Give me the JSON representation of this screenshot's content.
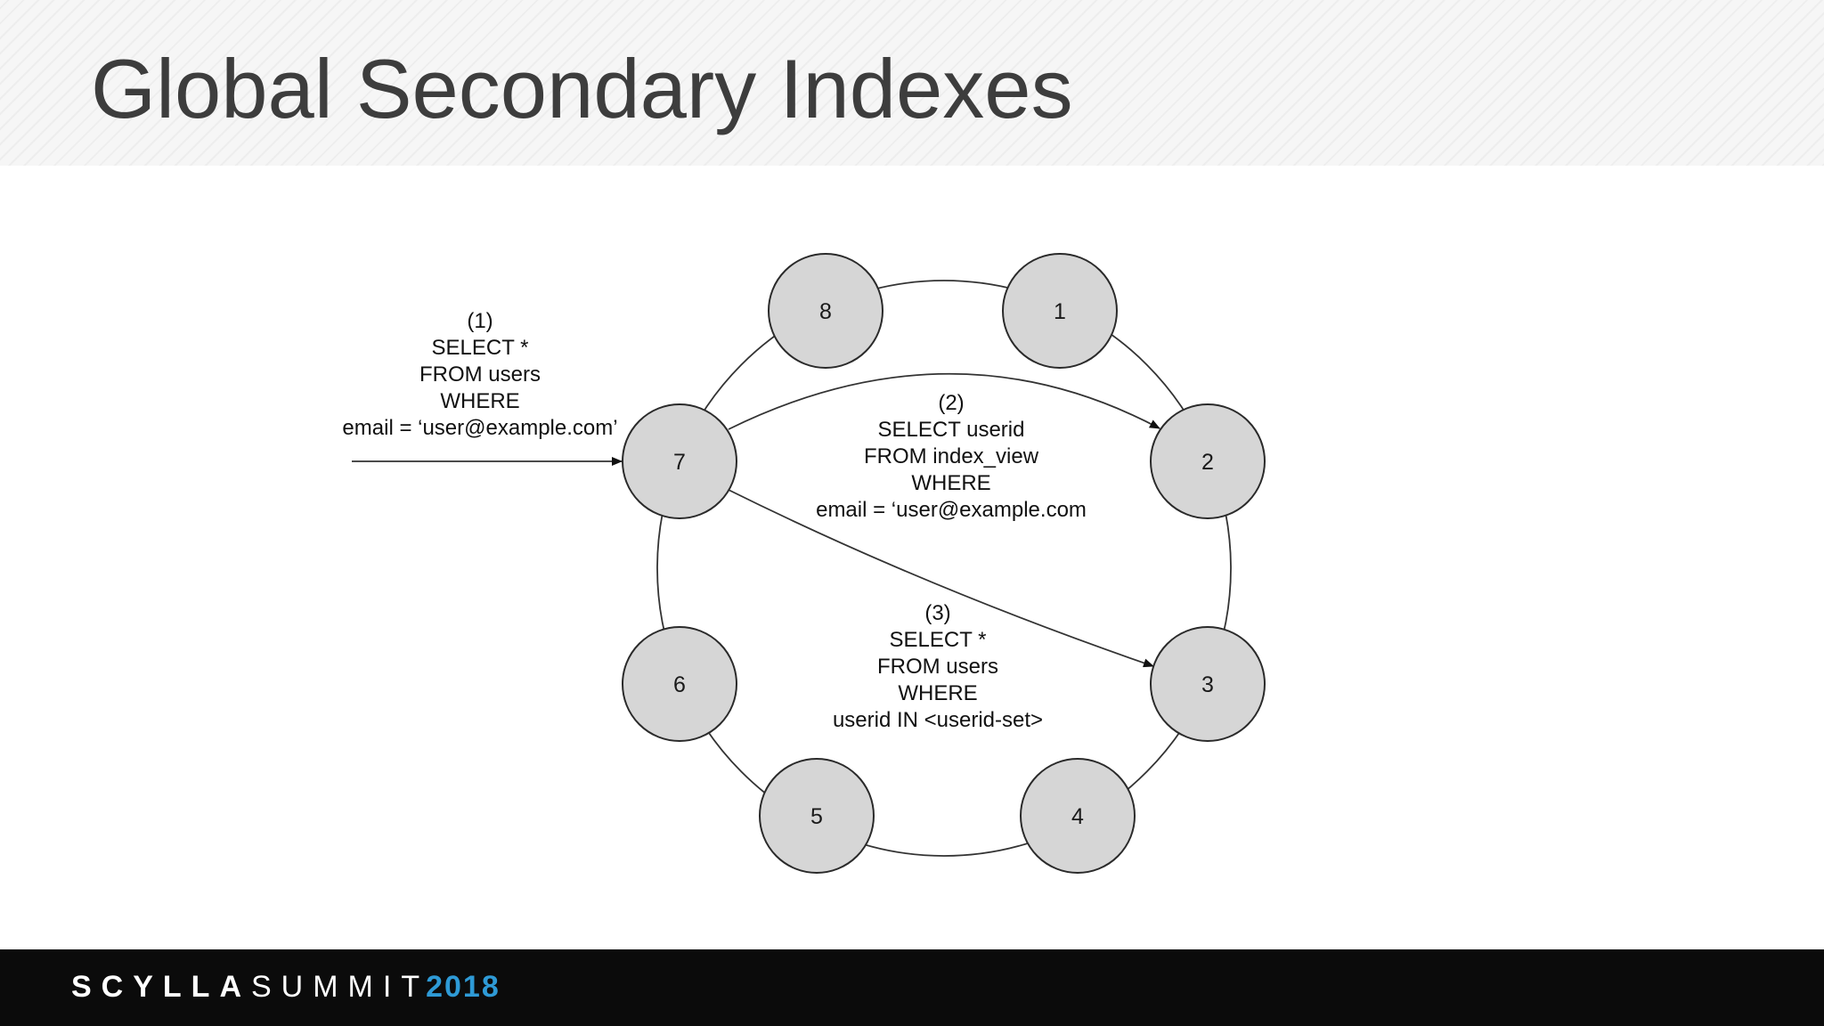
{
  "slide": {
    "title": "Global Secondary Indexes"
  },
  "diagram": {
    "nodes": [
      {
        "id": "8",
        "label": "8"
      },
      {
        "id": "1",
        "label": "1"
      },
      {
        "id": "7",
        "label": "7"
      },
      {
        "id": "2",
        "label": "2"
      },
      {
        "id": "6",
        "label": "6"
      },
      {
        "id": "3",
        "label": "3"
      },
      {
        "id": "5",
        "label": "5"
      },
      {
        "id": "4",
        "label": "4"
      }
    ],
    "queries": [
      {
        "step": "(1)",
        "lines": [
          "(1)",
          "SELECT *",
          "FROM users",
          "WHERE",
          "email = ‘user@example.com’"
        ]
      },
      {
        "step": "(2)",
        "lines": [
          "(2)",
          "SELECT userid",
          "FROM index_view",
          "WHERE",
          "email = ‘user@example.com"
        ]
      },
      {
        "step": "(3)",
        "lines": [
          "(3)",
          "SELECT *",
          "FROM users",
          "WHERE",
          "userid IN <userid-set>"
        ]
      }
    ]
  },
  "footer": {
    "logo_word1": "SCYLLA",
    "logo_word2": "SUMMIT",
    "logo_year": "2018"
  },
  "colors": {
    "node_fill": "#d6d6d6",
    "footer_background": "#0b0b0b",
    "year_accent": "#2e9ad6",
    "title_text": "#3d3d3d"
  }
}
